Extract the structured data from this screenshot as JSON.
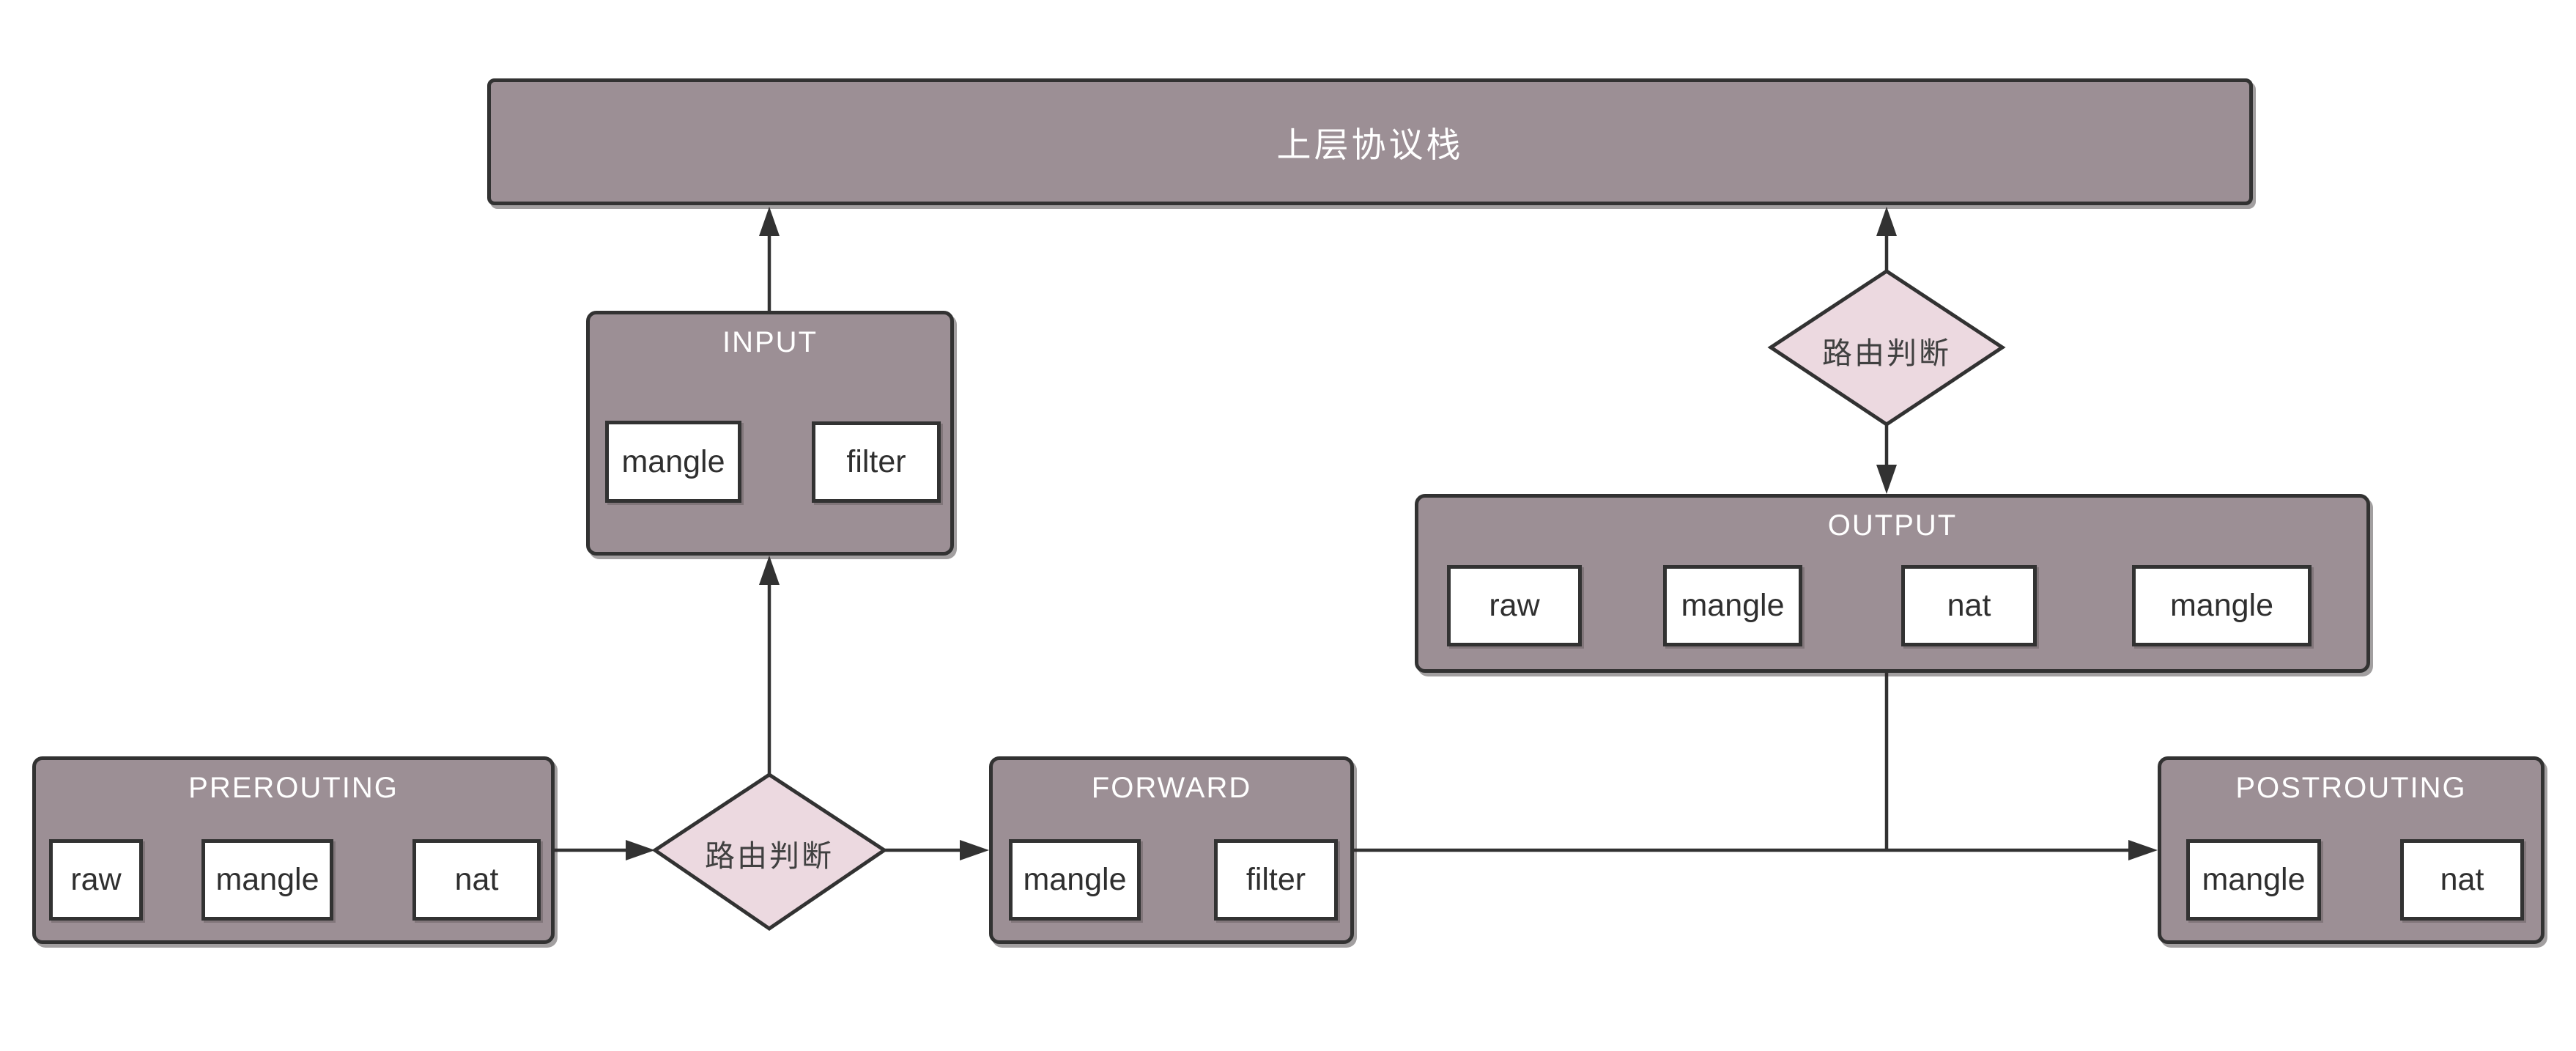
{
  "diagram": {
    "protocol_stack": {
      "label": "上层协议栈"
    },
    "decisions": {
      "left": {
        "label": "路由判断"
      },
      "right": {
        "label": "路由判断"
      }
    },
    "chains": {
      "prerouting": {
        "title": "PREROUTING",
        "tables": [
          "raw",
          "mangle",
          "nat"
        ]
      },
      "input": {
        "title": "INPUT",
        "tables": [
          "mangle",
          "filter"
        ]
      },
      "forward": {
        "title": "FORWARD",
        "tables": [
          "mangle",
          "filter"
        ]
      },
      "output": {
        "title": "OUTPUT",
        "tables": [
          "raw",
          "mangle",
          "nat",
          "mangle"
        ]
      },
      "postrouting": {
        "title": "POSTROUTING",
        "tables": [
          "mangle",
          "nat"
        ]
      }
    },
    "colors": {
      "canvas_bg": "#ffffff",
      "chain_fill": "#9c8f95",
      "decision_fill": "#ecd9e0",
      "stroke": "#323232",
      "table_fill": "#ffffff",
      "title_text": "#ffffff",
      "table_text": "#2f2f2f",
      "decision_text": "#404040"
    }
  }
}
